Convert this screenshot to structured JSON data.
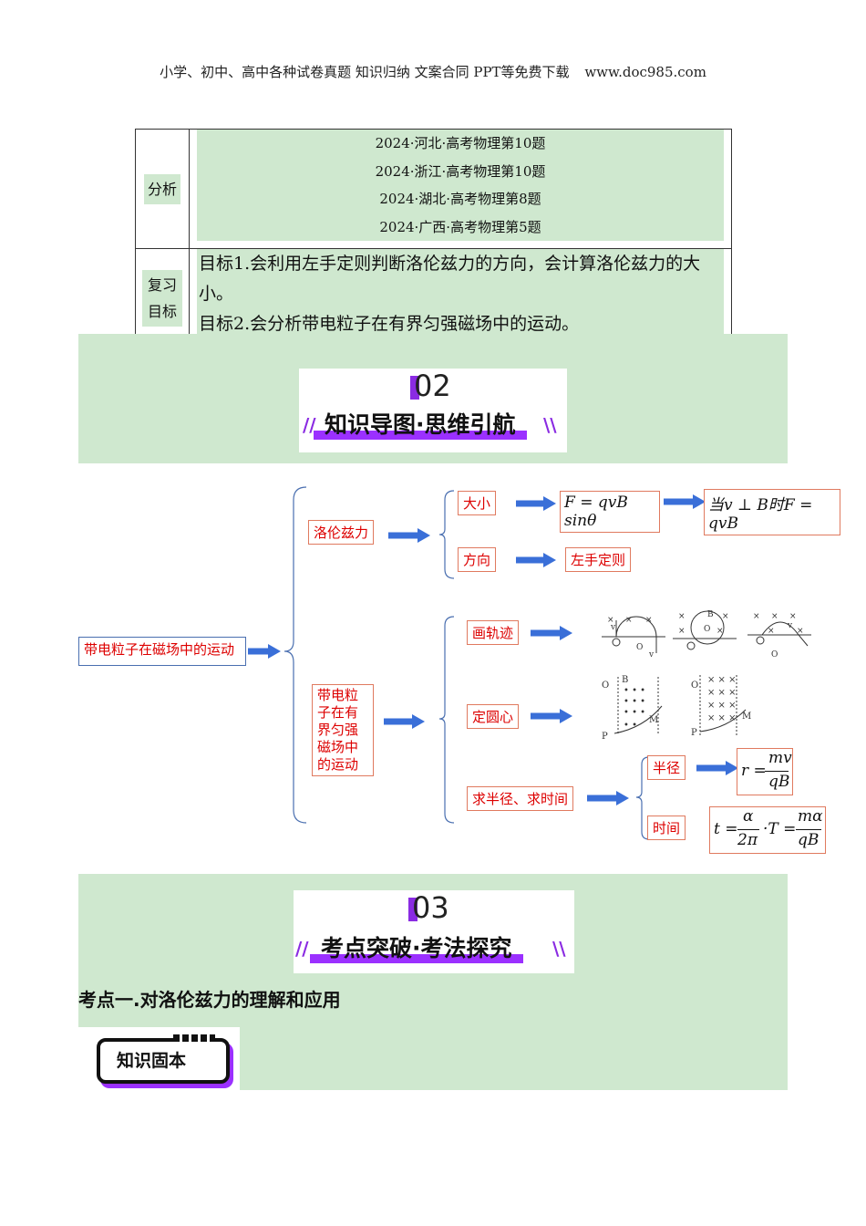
{
  "header": {
    "line": "小学、初中、高中各种试卷真题  知识归纳  文案合同  PPT等免费下载",
    "url": "www.doc985.com"
  },
  "meta_table": {
    "analysis_label": "分析",
    "analysis_items": [
      "2024·河北·高考物理第10题",
      "2024·浙江·高考物理第10题",
      "2024·湖北·高考物理第8题",
      "2024·广西·高考物理第5题"
    ],
    "goals_label_1": "复习",
    "goals_label_2": "目标",
    "goal_1": "目标1.会利用左手定则判断洛伦兹力的方向，会计算洛伦兹力的大小。",
    "goal_2": "目标2.会分析带电粒子在有界匀强磁场中的运动。"
  },
  "section2": {
    "number": "02",
    "title": "知识导图·思维引航"
  },
  "mindmap": {
    "root": "带电粒子在磁场中的运动",
    "branch_lorentz": "洛伦兹力",
    "size": "大小",
    "size_formula": "F = qvB sinθ",
    "size_special": "当v ⊥ B时F = qvB",
    "direction": "方向",
    "direction_rule": "左手定则",
    "branch_bounded": "带电粒子在有界匀强磁场中的运动",
    "draw_track": "画轨迹",
    "find_center": "定圆心",
    "radius_time": "求半径、求时间",
    "radius": "半径",
    "radius_formula_lhs": "r =",
    "radius_num": "mv",
    "radius_den": "qB",
    "time": "时间",
    "time_lhs": "t =",
    "time_num1": "α",
    "time_den1": "2π",
    "time_mid": "·T =",
    "time_num2": "mα",
    "time_den2": "qB"
  },
  "section3": {
    "number": "03",
    "title": "考点突破·考法探究"
  },
  "point1": "考点一.对洛伦兹力的理解和应用",
  "badge": "知识固本"
}
